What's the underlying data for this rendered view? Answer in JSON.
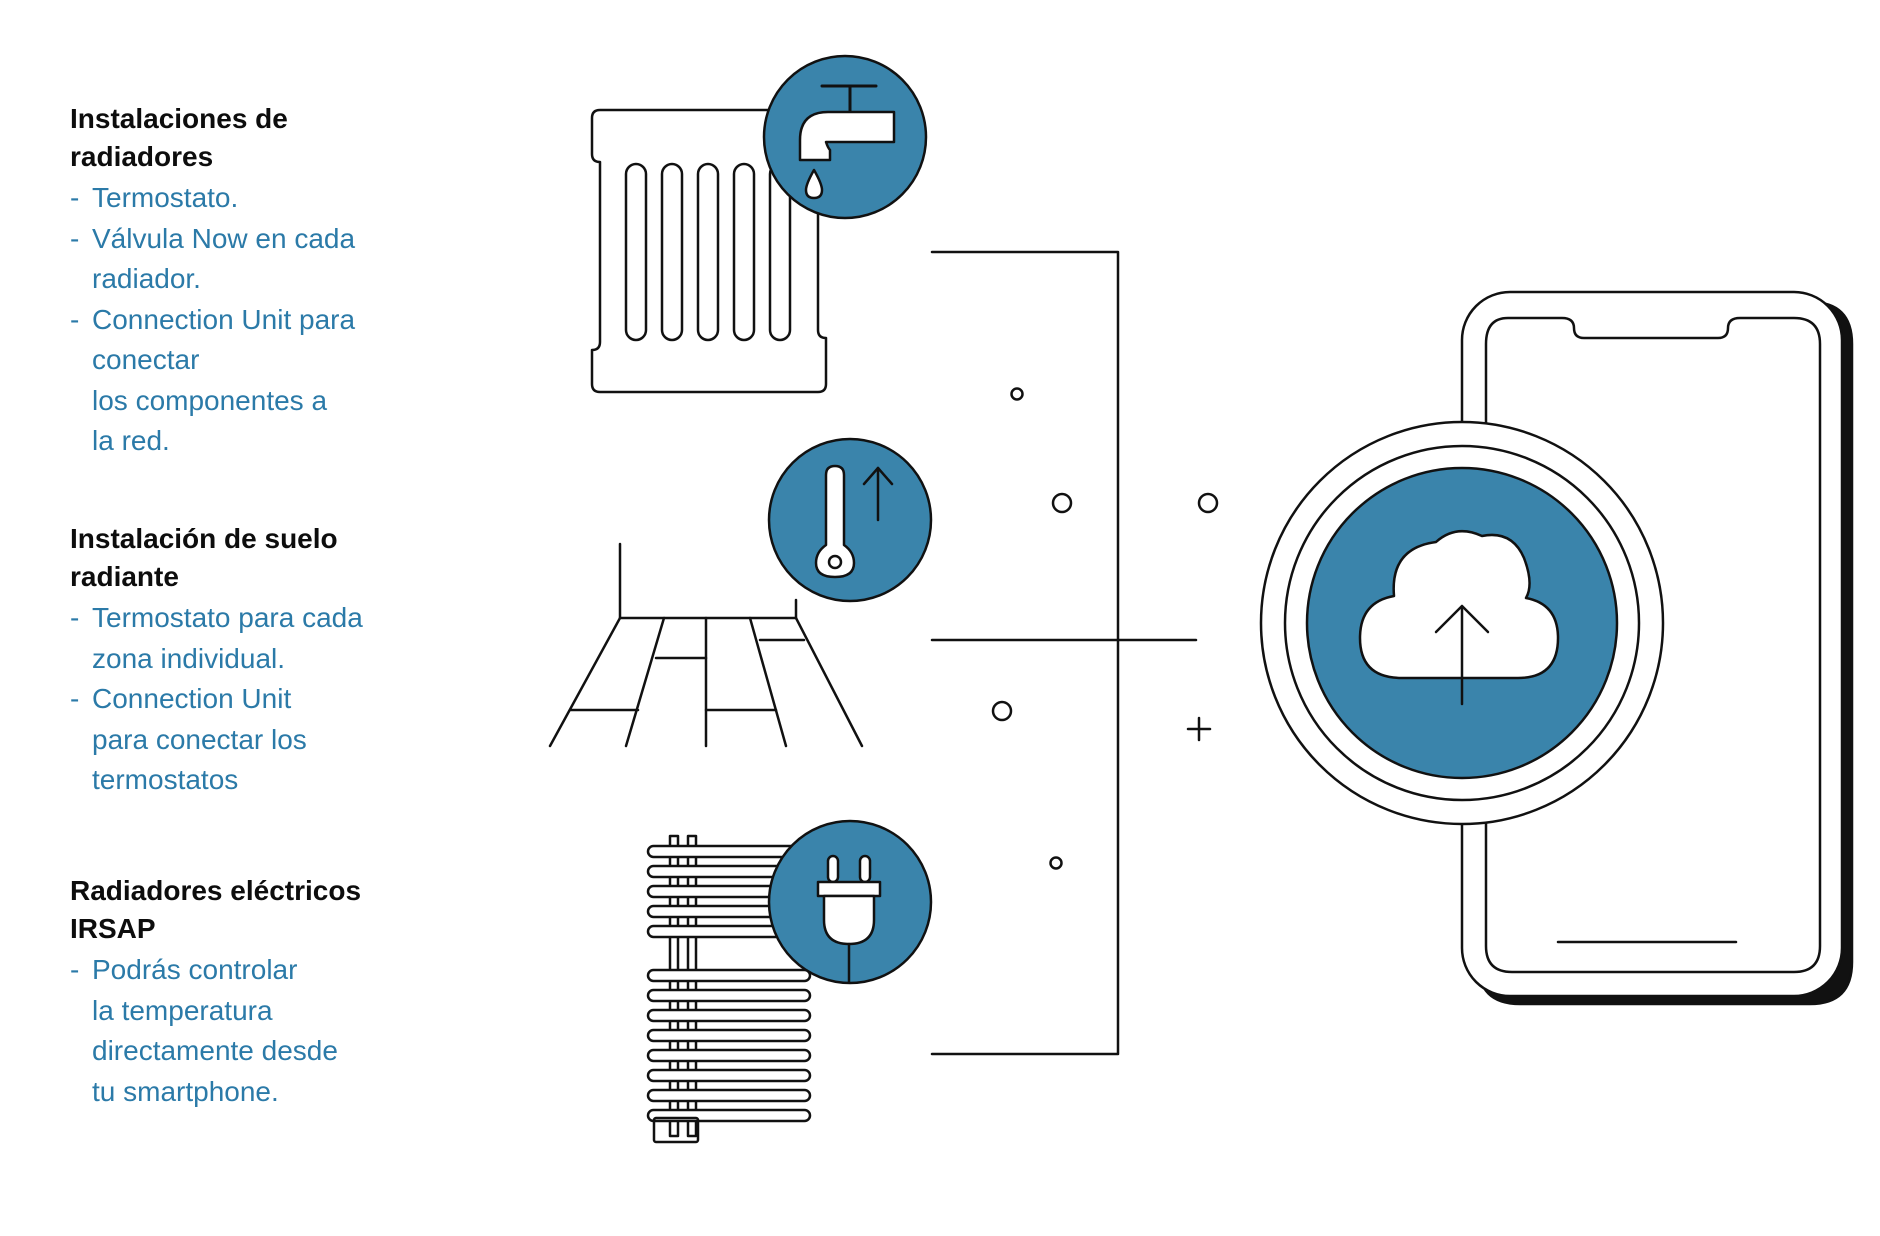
{
  "colors": {
    "accent_blue": "#3a84ab",
    "ink": "#111111",
    "text_blue": "#2b7aa8",
    "background": "#ffffff"
  },
  "blocks": [
    {
      "title": "Instalaciones de\nradiadores",
      "items": [
        "Termostato.",
        "Válvula Now en cada\nradiador.",
        "Connection Unit para\nconectar\nlos componentes a\nla red."
      ]
    },
    {
      "title": "Instalación de suelo\nradiante",
      "items": [
        "Termostato para cada\nzona individual.",
        "Connection Unit\npara conectar los\ntermostatos"
      ]
    },
    {
      "title": "Radiadores eléctricos\nIRSAP",
      "items": [
        "Podrás controlar\nla temperatura\ndirectamente desde\ntu smartphone."
      ]
    }
  ],
  "icons": {
    "radiator": "column-radiator-illustration",
    "faucet": "faucet-water-drop-icon",
    "floor": "underfloor-heating-illustration",
    "thermometer": "thermometer-up-arrow-icon",
    "towel_radiator": "electric-towel-radiator-illustration",
    "plug": "electric-plug-icon",
    "phone": "smartphone-illustration",
    "cloud": "cloud-upload-icon"
  }
}
